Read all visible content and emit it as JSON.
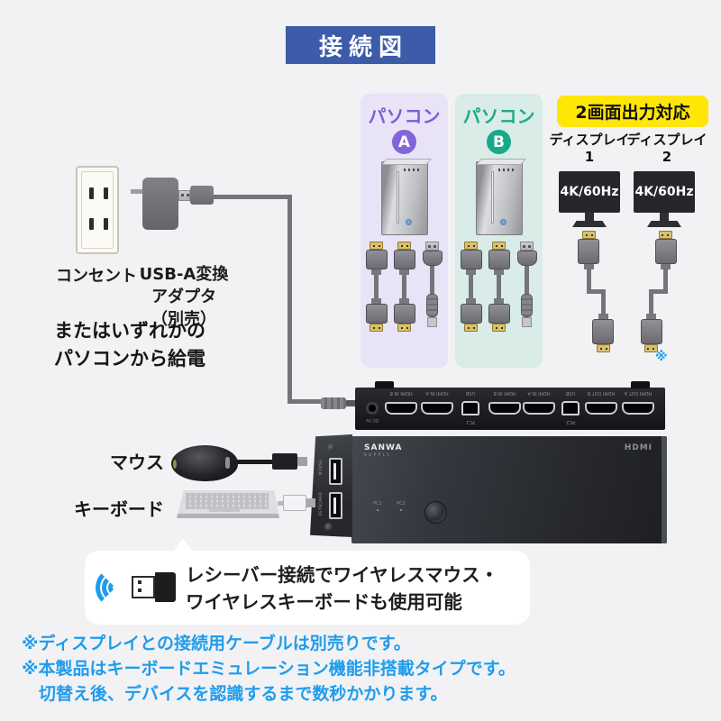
{
  "title": "接続図",
  "power": {
    "outlet_label": "コンセント",
    "adapter_label": [
      "USB-A変換",
      "アダプタ",
      "（別売）"
    ],
    "alt_note": [
      "またはいずれかの",
      "パソコンから給電"
    ]
  },
  "computers": [
    {
      "label": "パソコン",
      "badge": "A"
    },
    {
      "label": "パソコン",
      "badge": "B"
    }
  ],
  "displays": {
    "banner": "2画面出力対応",
    "items": [
      {
        "name": "ディスプレイ",
        "number": "1",
        "spec": "4K/60Hz"
      },
      {
        "name": "ディスプレイ",
        "number": "2",
        "spec": "4K/60Hz"
      }
    ],
    "cable_note_mark": "※"
  },
  "device": {
    "rear_ports": [
      "HDMI IN B",
      "HDMI IN A",
      "USB",
      "HDMI IN B",
      "HDMI IN A",
      "USB",
      "HDMI OUT B",
      "HDMI OUT A"
    ],
    "dc_label": "DC 5V",
    "pc_groups": [
      "PC1",
      "PC2"
    ],
    "brand": [
      "SANWA",
      "SUPPLY"
    ],
    "hdmi_logo": "HDMI",
    "front_leds": [
      "PC1",
      "PC2"
    ],
    "side_ports": [
      "MOUSE",
      "KEYBOARD"
    ]
  },
  "peripherals": {
    "mouse_label": "マウス",
    "keyboard_label": "キーボード"
  },
  "wireless_note": [
    "レシーバー接続でワイヤレスマウス・",
    "ワイヤレスキーボードも使用可能"
  ],
  "footnotes": [
    "※ディスプレイとの接続用ケーブルは別売りです。",
    "※本製品はキーボードエミュレーション機能非搭載タイプです。",
    "切替え後、デバイスを認識するまで数秒かかります。"
  ],
  "colors": {
    "background": "#f2f2f4",
    "title_bg": "#3c5ba8",
    "pc_a_accent": "#7a5fd6",
    "pc_a_bg": "#e9e3f8",
    "pc_b_accent": "#1fa98c",
    "pc_b_bg": "#d9ece7",
    "banner_bg": "#ffe604",
    "footnote_blue": "#1f9ced",
    "wifi_blue": "#1f9ceb"
  }
}
